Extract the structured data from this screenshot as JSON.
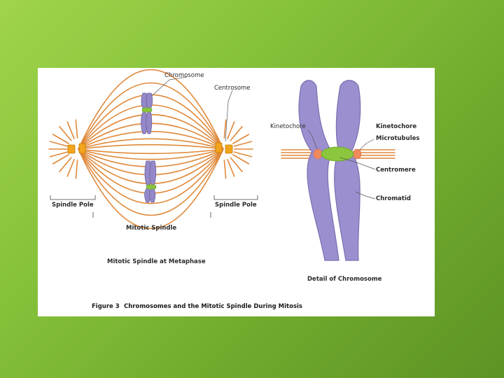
{
  "slide": {
    "background_colors": [
      "#9fd44c",
      "#5d9324"
    ]
  },
  "figure": {
    "labels": {
      "chromosome": "Chromosome",
      "centrosome": "Centrosome",
      "spindle_pole_left": "Spindle Pole",
      "spindle_pole_right": "Spindle Pole",
      "mitotic_spindle": "Mitotic Spindle",
      "subtitle_left": "Mitotic Spindle at Metaphase",
      "kinetochore_left": "Kinetochore",
      "kinetochore_right": "Kinetochore",
      "kinetochore_microtubules": "Microtubules",
      "centromere": "Centromere",
      "chromatid": "Chromatid",
      "subtitle_right": "Detail of Chromosome",
      "caption_number": "Figure 3",
      "caption_text": "Chromosomes and the Mitotic Spindle During Mitosis"
    },
    "colors": {
      "spindle_fibers": "#e0893a",
      "chromosome": "#9488c8",
      "centromere": "#8cc63f",
      "kinetochore": "#f08a5d",
      "centrosome": "#f2a51c",
      "panel": "#ffffff"
    }
  }
}
